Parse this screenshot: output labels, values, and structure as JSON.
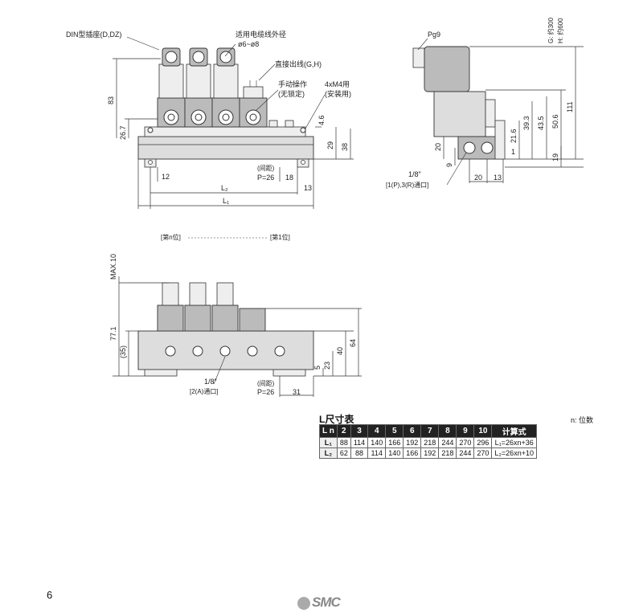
{
  "front_view": {
    "din_label": "DIN型插座(D,DZ)",
    "cable_label": "适用电缆线外径",
    "cable_size": "ø6~ø8",
    "direct_wire": "直接出线(G,H)",
    "manual_label": "手动操作",
    "manual_sub": "(无锁定)",
    "mount_label": "4xM4用",
    "mount_sub": "(安装用)",
    "pitch_label": "(间距)",
    "pitch": "P=26",
    "dims": {
      "h83": "83",
      "h26_7": "26.7",
      "d4_6": "4.6",
      "d29": "29",
      "d38": "38",
      "d12": "12",
      "d18": "18",
      "d13": "13",
      "L2": "L₂",
      "L1": "L₁"
    }
  },
  "side_view": {
    "pg9": "Pg9",
    "G_label": "G: 约300",
    "H_label": "H: 约600",
    "port_size": "1/8\"",
    "port_label": "[1(P),3(R)通口]",
    "dims": {
      "d111": "111",
      "d50_6": "50.6",
      "d43_5": "43.5",
      "d39_3": "39.3",
      "d21_6": "21.6",
      "d19": "19",
      "d20v": "20",
      "d9": "9",
      "d20h": "20",
      "d13h": "13",
      "d1": "1"
    }
  },
  "bottom_view": {
    "nth": "[第n位]",
    "first": "[第1位]",
    "max10": "MAX.10",
    "d77_1": "77.1",
    "d35": "(35)",
    "d40": "40",
    "d64": "64",
    "d5": "5",
    "d23": "23",
    "port_size": "1/8\"",
    "port_label": "[2(A)通口]",
    "pitch_label": "(间距)",
    "pitch": "P=26",
    "d31": "31"
  },
  "table": {
    "title": "L尺寸表",
    "note": "n: 位数",
    "corner": "L  n",
    "headers": [
      "2",
      "3",
      "4",
      "5",
      "6",
      "7",
      "8",
      "9",
      "10"
    ],
    "formula_header": "计算式",
    "rows": [
      {
        "label": "L₁",
        "values": [
          "88",
          "114",
          "140",
          "166",
          "192",
          "218",
          "244",
          "270",
          "296"
        ],
        "formula": "L₁=26xn+36"
      },
      {
        "label": "L₂",
        "values": [
          "62",
          "88",
          "114",
          "140",
          "166",
          "192",
          "218",
          "244",
          "270"
        ],
        "formula": "L₂=26xn+10"
      }
    ]
  },
  "footer": {
    "page": "6",
    "logo": "SMC"
  }
}
